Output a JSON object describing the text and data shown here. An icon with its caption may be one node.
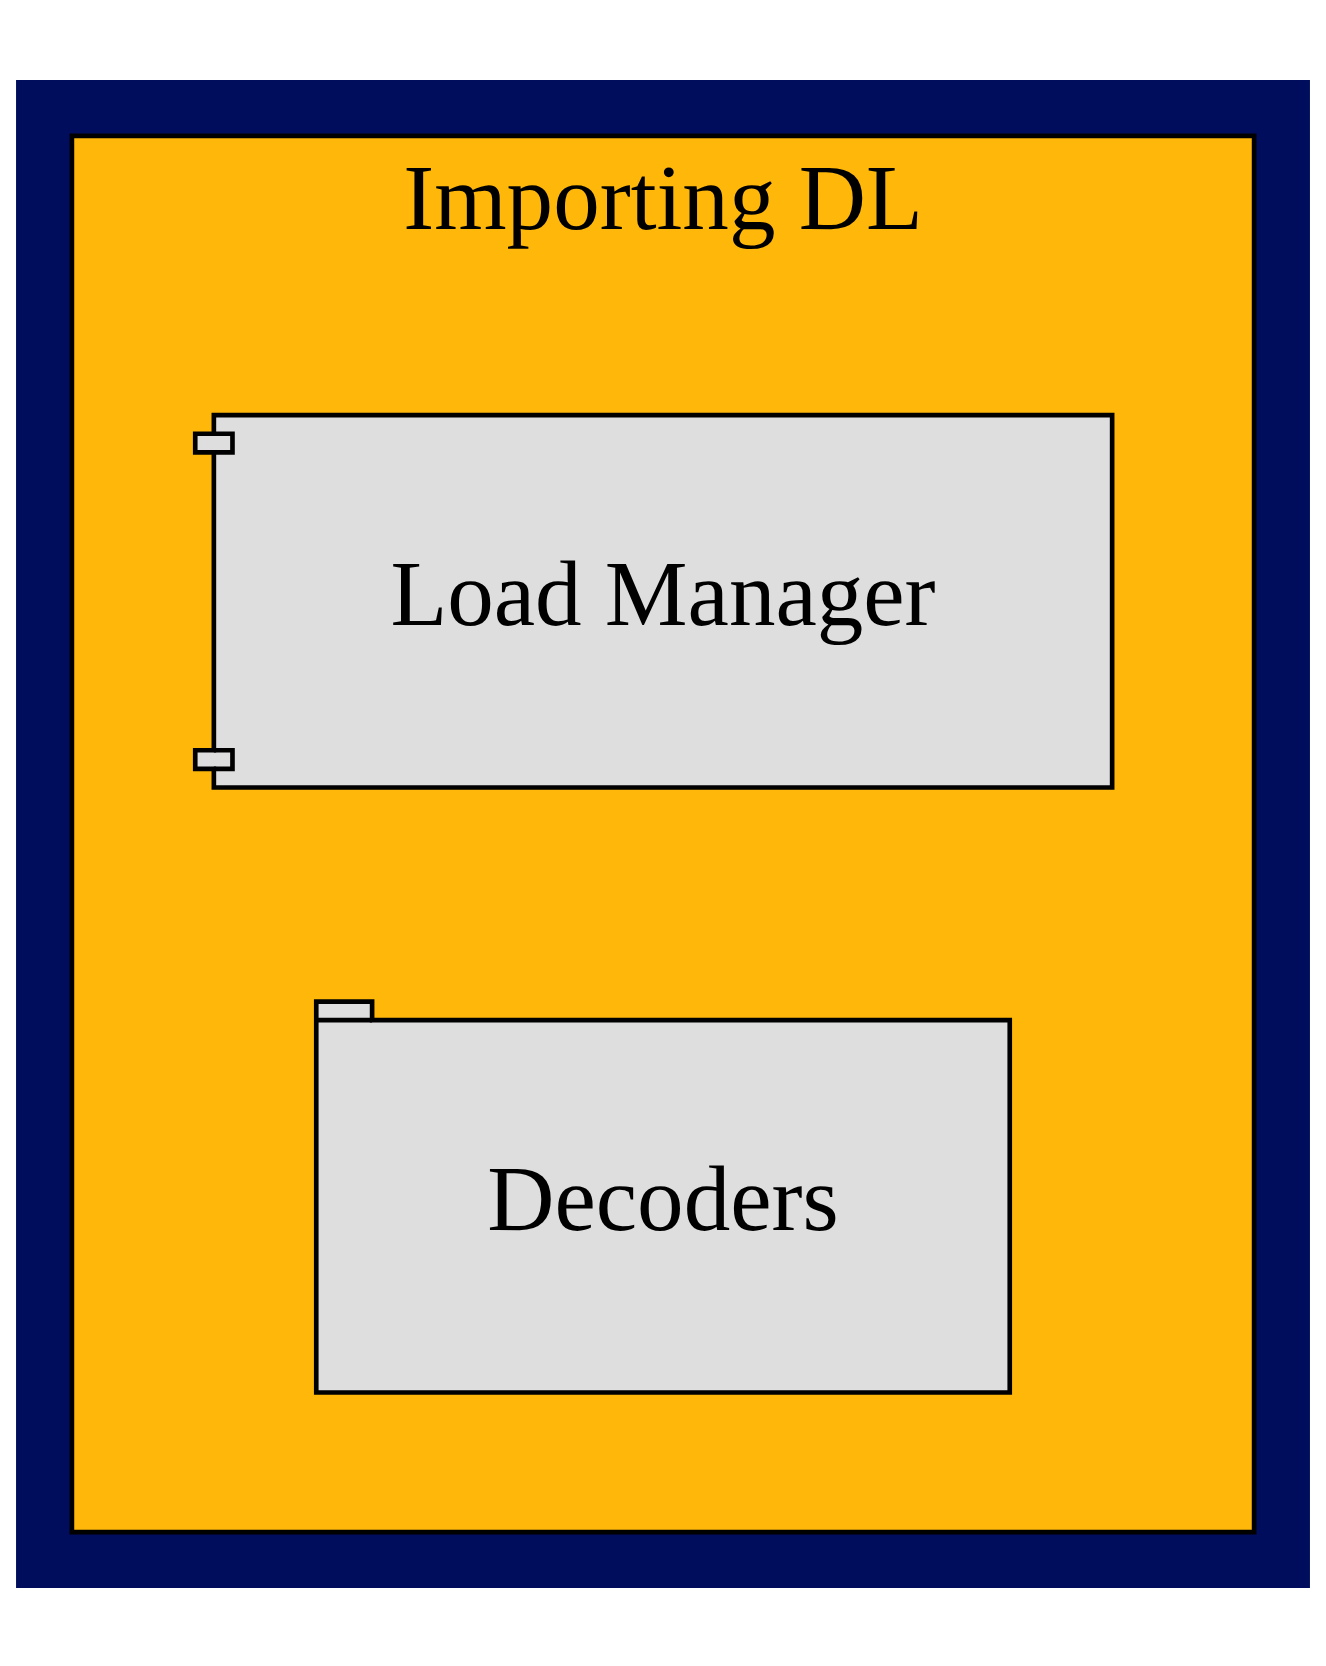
{
  "diagram": {
    "nodes": [
      {
        "text": [
          "Importing DL"
        ]
      },
      {
        "text": [
          "Load Manager"
        ],
        "in": 0
      },
      {
        "text": [
          "Decoders"
        ],
        "in": 0
      }
    ]
  }
}
